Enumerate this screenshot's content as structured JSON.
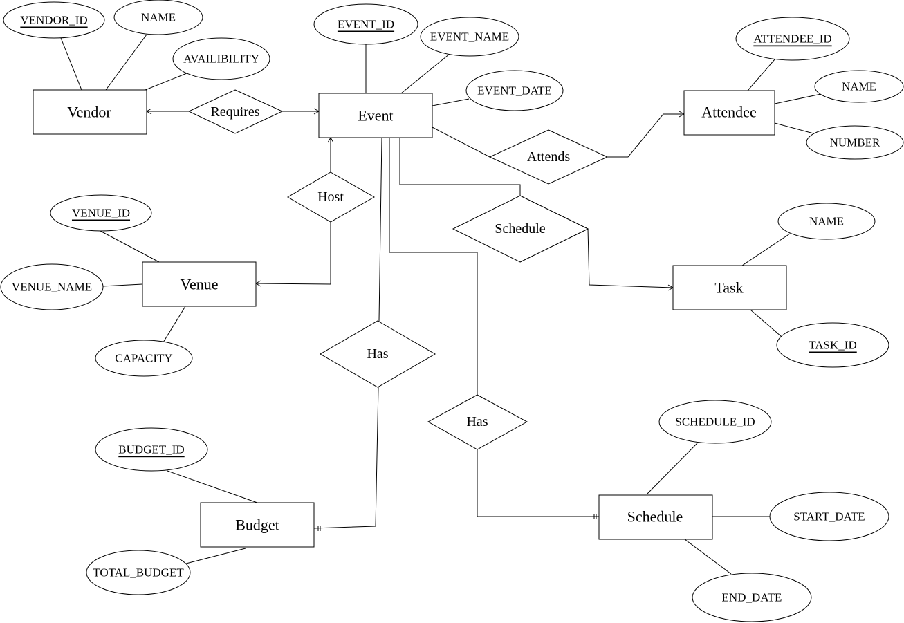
{
  "entities": {
    "vendor": "Vendor",
    "event": "Event",
    "attendee": "Attendee",
    "venue": "Venue",
    "task": "Task",
    "budget": "Budget",
    "schedule": "Schedule"
  },
  "relationships": {
    "requires": "Requires",
    "attends": "Attends",
    "host": "Host",
    "schedule": "Schedule",
    "has_budget": "Has",
    "has_schedule": "Has"
  },
  "attributes": {
    "vendor_id": "VENDOR_ID",
    "vendor_name": "NAME",
    "availability": "AVAILIBILITY",
    "event_id": "EVENT_ID",
    "event_name": "EVENT_NAME",
    "event_date": "EVENT_DATE",
    "attendee_id": "ATTENDEE_ID",
    "attendee_name": "NAME",
    "attendee_number": "NUMBER",
    "venue_id": "VENUE_ID",
    "venue_name": "VENUE_NAME",
    "capacity": "CAPACITY",
    "task_name": "NAME",
    "task_id": "TASK_ID",
    "budget_id": "BUDGET_ID",
    "total_budget": "TOTAL_BUDGET",
    "schedule_id": "SCHEDULE_ID",
    "start_date": "START_DATE",
    "end_date": "END_DATE"
  }
}
